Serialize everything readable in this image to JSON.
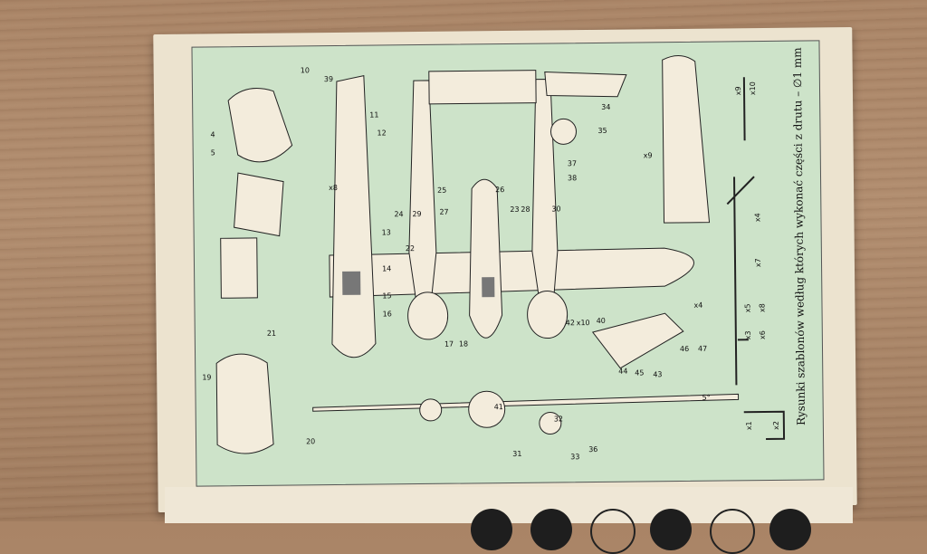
{
  "caption": "Rysunki szablonów według których wykonać części z drutu – ∅1 mm",
  "wire_labels": [
    "x1",
    "x2",
    "x3",
    "x4",
    "x5",
    "x6",
    "x7",
    "x8",
    "x9",
    "x10"
  ],
  "angle_label": "5°",
  "part_labels": [
    "10",
    "4",
    "5",
    "11",
    "12",
    "13",
    "14",
    "15",
    "16",
    "17",
    "18",
    "19",
    "20",
    "21",
    "22",
    "23",
    "24",
    "25",
    "26",
    "27",
    "28",
    "29",
    "30",
    "31",
    "32",
    "33",
    "34",
    "35",
    "36",
    "37",
    "38",
    "39",
    "40",
    "41",
    "42",
    "43",
    "44",
    "45",
    "46",
    "47",
    "x4",
    "x8",
    "x9",
    "x10"
  ]
}
